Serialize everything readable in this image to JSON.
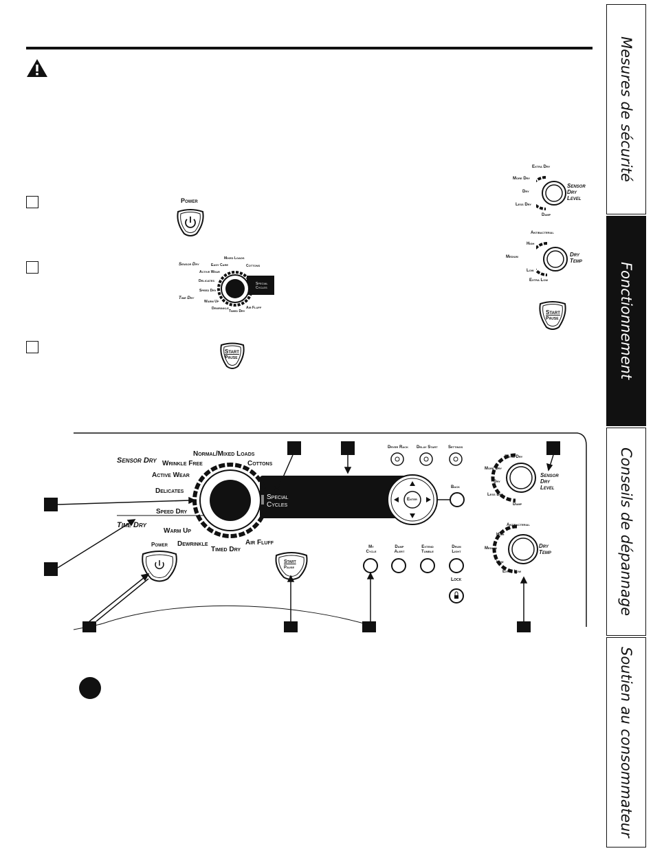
{
  "side_tabs": [
    {
      "label": "Mesures de sécurité",
      "active": false
    },
    {
      "label": "Fonctionnement",
      "active": true
    },
    {
      "label": "Conseils de dépannage",
      "active": false
    },
    {
      "label": "Soutien au consommateur",
      "active": false
    }
  ],
  "step1": {
    "power_label": "Power"
  },
  "step2": {
    "sensor_dry": "Sensor Dry",
    "time_dry": "Time Dry",
    "cycles": [
      "Mixed Loads",
      "Easy Care",
      "Cottons",
      "Active Wear",
      "Delicates",
      "Speed Dry",
      "Warm Up",
      "Dewrinkle",
      "Timed Dry",
      "Air Fluff"
    ],
    "special_cycles": [
      "Special",
      "Cycles"
    ]
  },
  "step3": {
    "start": "Start",
    "pause": "Pause"
  },
  "right_small": {
    "dry_level": {
      "title": [
        "Sensor",
        "Dry",
        "Level"
      ],
      "options": [
        "Extra Dry",
        "More Dry",
        "Dry",
        "Less Dry",
        "Damp"
      ]
    },
    "dry_temp": {
      "title": [
        "Dry",
        "Temp"
      ],
      "options": [
        "Antibacterial",
        "High",
        "Medium",
        "Low",
        "Extra Low"
      ]
    },
    "start": "Start",
    "pause": "Pause"
  },
  "panel": {
    "sensor_dry": "Sensor Dry",
    "time_dry": "Time Dry",
    "cycles": {
      "normal": "Normal/Mixed Loads",
      "wrinkle_free": "Wrinkle Free",
      "cottons": "Cottons",
      "active_wear": "Active Wear",
      "delicates": "Delicates",
      "speed_dry": "Speed Dry",
      "warm_up": "Warm Up",
      "dewrinkle": "Dewrinkle",
      "timed_dry": "Timed Dry",
      "air_fluff": "Air Fluff"
    },
    "special_cycles": [
      "Special",
      "Cycles"
    ],
    "top_buttons": [
      "Dryer Rack",
      "Delay Start",
      "Settings"
    ],
    "back": "Back",
    "enter": "Enter",
    "bottom_buttons": [
      [
        "My",
        "Cycle"
      ],
      [
        "Damp",
        "Alert"
      ],
      [
        "Extend",
        "Tumble"
      ],
      [
        "Drum",
        "Light"
      ]
    ],
    "lock": "Lock",
    "power": "Power",
    "start": "Start",
    "pause": "Pause",
    "dry_level": {
      "title": [
        "Sensor",
        "Dry",
        "Level"
      ],
      "options": [
        "Extra Dry",
        "More Dry",
        "Dry",
        "Less Dry",
        "Damp"
      ]
    },
    "dry_temp": {
      "title": [
        "Dry",
        "Temp"
      ],
      "options": [
        "Antibacterial",
        "High",
        "Medium",
        "Low",
        "Extra Low"
      ]
    }
  }
}
